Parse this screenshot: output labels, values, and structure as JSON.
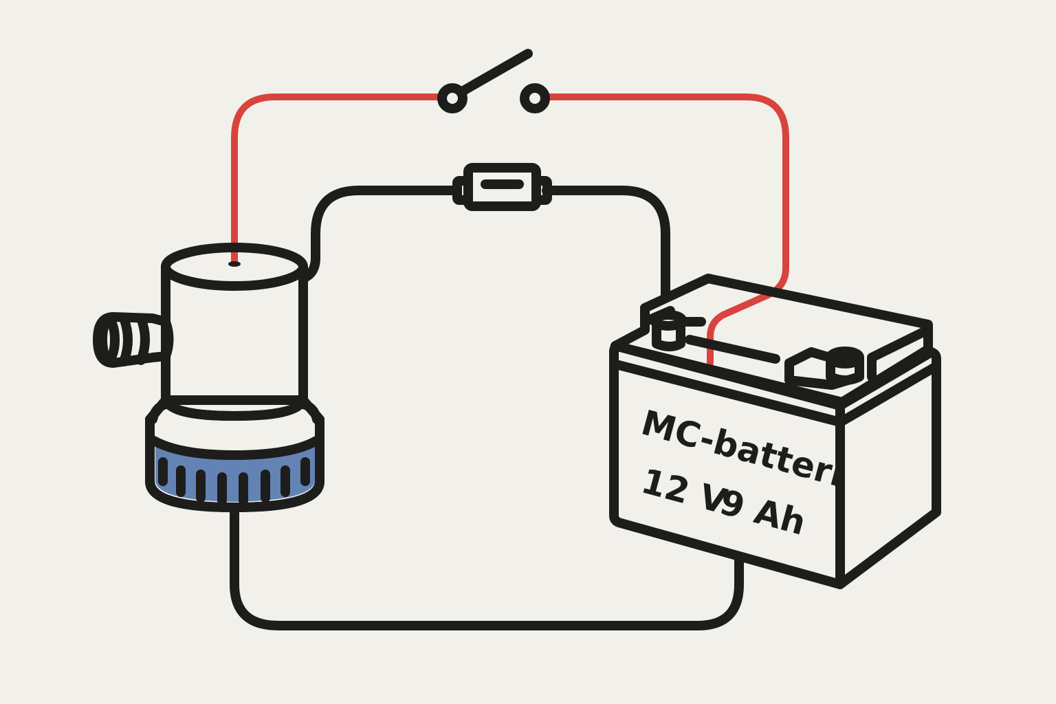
{
  "diagram": {
    "battery": {
      "name": "MC-batteri",
      "voltage": "12 V",
      "capacity": "9 Ah"
    },
    "components": [
      "pump",
      "switch",
      "fuse",
      "battery"
    ],
    "colors": {
      "background": "#f2f0eb",
      "line": "#1d1d1b",
      "positive_wire": "#d8443d",
      "pump_base": "#6483b5",
      "body": "#f4f2ee"
    }
  }
}
